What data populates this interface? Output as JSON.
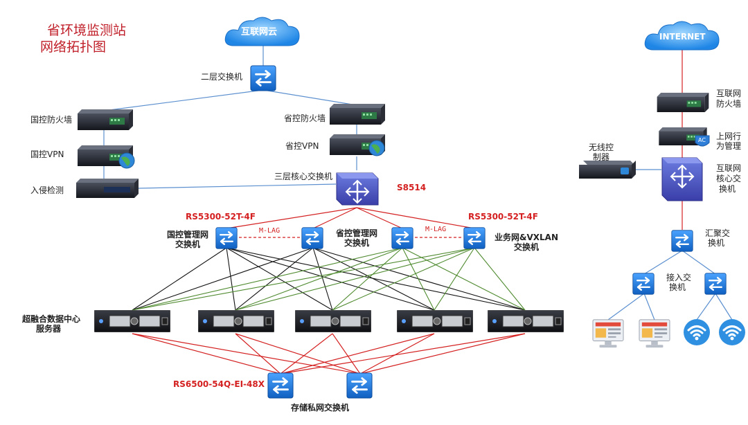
{
  "title": {
    "line1": "省环境监测站",
    "line2": "网络拓扑图"
  },
  "clouds": {
    "internet_cloud": "互联网云",
    "internet": "INTERNET"
  },
  "left": {
    "l2_switch": "二层交换机",
    "natl_firewall": "国控防火墙",
    "prov_firewall": "省控防火墙",
    "natl_vpn": "国控VPN",
    "prov_vpn": "省控VPN",
    "ids": "入侵检测",
    "core_switch": "三层核心交换机",
    "core_model": "S8514",
    "model_left": "RS5300-52T-4F",
    "model_right": "RS5300-52T-4F",
    "mlag1": "M-LAG",
    "mlag2": "M-LAG",
    "natl_mgmt_l1": "国控管理网",
    "natl_mgmt_l2": "交换机",
    "prov_mgmt_l1": "省控管理网",
    "prov_mgmt_l2": "交换机",
    "biz_l1": "业务网&VXLAN",
    "biz_l2": "交换机",
    "server_l1": "超融合数据中心",
    "server_l2": "服务器",
    "storage_model": "RS6500-54Q-EI-48X",
    "storage_switch": "存储私网交换机"
  },
  "right": {
    "inet_fw_l1": "互联网",
    "inet_fw_l2": "防火墙",
    "behavior_l1": "上网行",
    "behavior_l2": "为管理",
    "wlc_l1": "无线控",
    "wlc_l2": "制器",
    "core_l1": "互联网",
    "core_l2": "核心交",
    "core_l3": "换机",
    "agg_l1": "汇聚交",
    "agg_l2": "换机",
    "access_l1": "接入交",
    "access_l2": "换机",
    "ac_badge": "AC"
  },
  "colors": {
    "red": "#d42020",
    "blue_line": "#5b8fcf",
    "green": "#4e8a2e",
    "switch_blue": "#2a6fc0"
  }
}
